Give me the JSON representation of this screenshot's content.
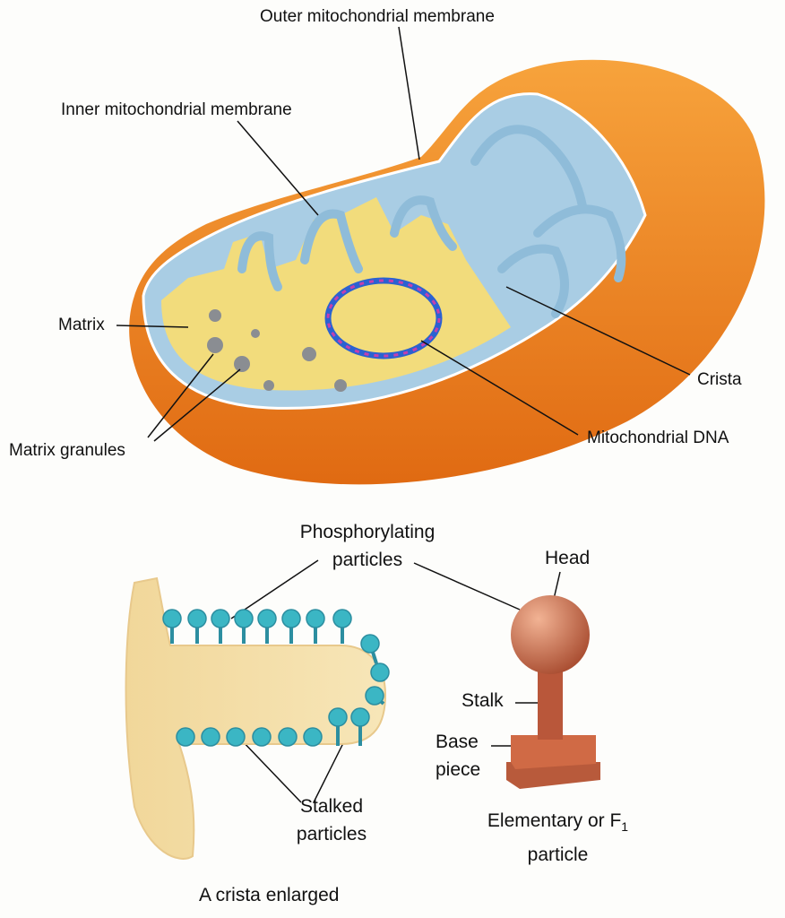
{
  "labels": {
    "outer_membrane": "Outer mitochondrial membrane",
    "inner_membrane": "Inner mitochondrial membrane",
    "matrix": "Matrix",
    "matrix_granules": "Matrix granules",
    "crista": "Crista",
    "mito_dna": "Mitochondrial DNA",
    "phosphorylating_line1": "Phosphorylating",
    "phosphorylating_line2": "particles",
    "head": "Head",
    "stalk": "Stalk",
    "base_line1": "Base",
    "base_line2": "piece",
    "stalked_line1": "Stalked",
    "stalked_line2": "particles",
    "elementary_line1": "Elementary or F",
    "elementary_sub": "1",
    "elementary_line2": "particle",
    "crista_enlarged": "A crista enlarged"
  },
  "colors": {
    "outer_membrane": "#f08a24",
    "inner_membrane": "#a9cde4",
    "matrix": "#f2dc7c",
    "particles": "#3bb6c4",
    "f1_particle": "#c9623e"
  }
}
